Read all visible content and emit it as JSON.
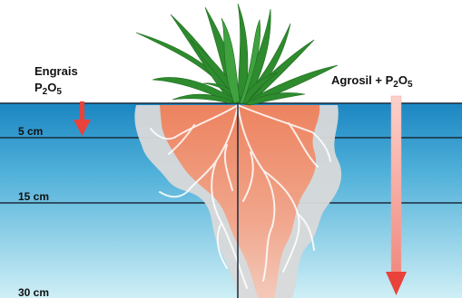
{
  "labels": {
    "left_line1": "Engrais",
    "left_line2": "P",
    "left_sub_a": "2",
    "left_mid": "O",
    "left_sub_b": "5",
    "right_main": "Agrosil + P",
    "right_sub_a": "2",
    "right_mid": "O",
    "right_sub_b": "5"
  },
  "depth_markers": [
    {
      "label": "5 cm"
    },
    {
      "label": "15 cm"
    },
    {
      "label": "30 cm"
    }
  ],
  "colors": {
    "soil_top": "#1e8fc6",
    "soil_bottom": "#c5ebf4",
    "sky": "#ffffff",
    "root_zone": "#d9d9d9",
    "roots": "#ee7a5a",
    "leaves": "#2e8b2e",
    "arrow": "#e8423a",
    "arrow_shaft": "#f6a8a0",
    "lines": "#1b2a3a"
  }
}
